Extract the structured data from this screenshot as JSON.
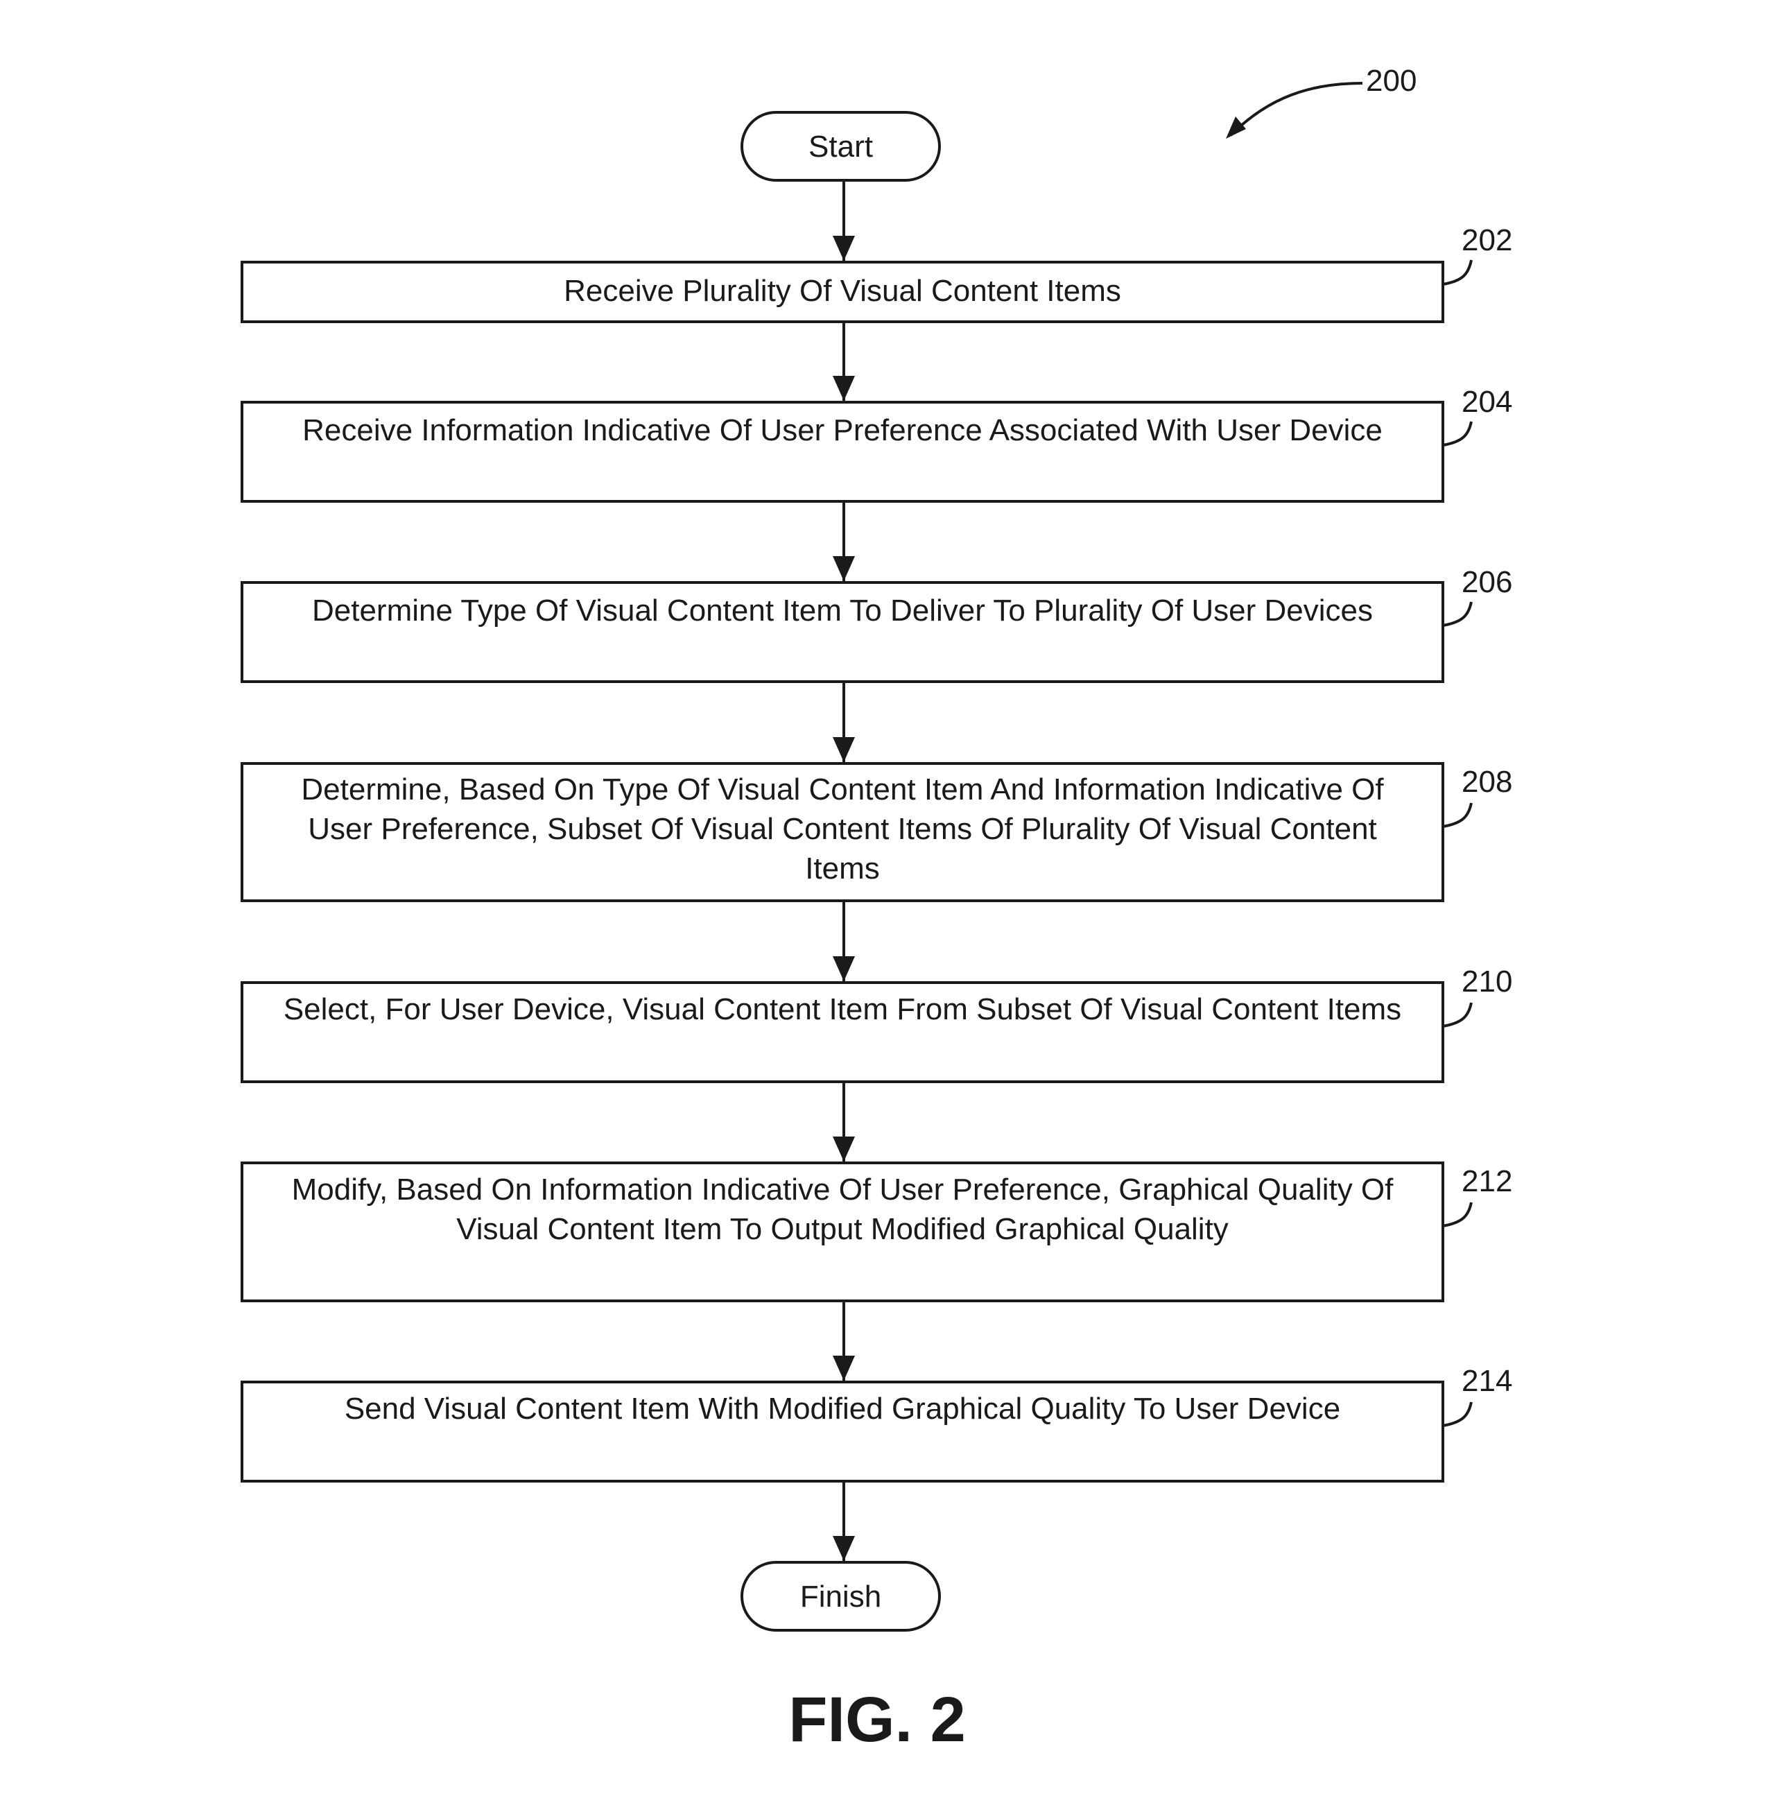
{
  "diagram_ref": "200",
  "start_label": "Start",
  "finish_label": "Finish",
  "steps": [
    {
      "ref": "202",
      "text": "Receive Plurality Of Visual Content Items"
    },
    {
      "ref": "204",
      "text": "Receive Information Indicative Of User Preference Associated With User Device"
    },
    {
      "ref": "206",
      "text": "Determine Type Of Visual Content Item To Deliver To Plurality Of User Devices"
    },
    {
      "ref": "208",
      "text": "Determine, Based On Type Of Visual Content Item And Information Indicative Of User Preference, Subset Of Visual Content Items Of Plurality Of Visual Content Items"
    },
    {
      "ref": "210",
      "text": "Select, For User Device, Visual Content Item From Subset Of Visual Content Items"
    },
    {
      "ref": "212",
      "text": "Modify, Based On Information Indicative Of User Preference, Graphical Quality Of Visual Content Item To Output Modified Graphical Quality"
    },
    {
      "ref": "214",
      "text": "Send Visual Content Item With Modified Graphical Quality To User Device"
    }
  ],
  "figure_label": "FIG. 2"
}
